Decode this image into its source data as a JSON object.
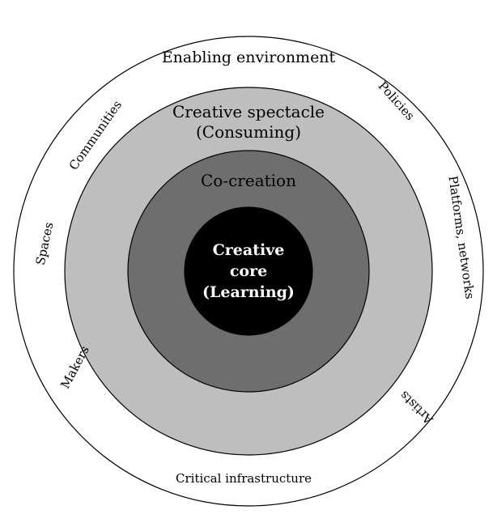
{
  "rings": {
    "outer": {
      "label": "Enabling environment",
      "fill": "#ffffff",
      "stroke": "#000000"
    },
    "spectacle": {
      "line1": "Creative spectacle",
      "line2": "(Consuming)",
      "fill": "#bebebe"
    },
    "cocreation": {
      "label": "Co-creation",
      "fill": "#6e6e6e"
    },
    "core": {
      "line1": "Creative",
      "line2": "core",
      "line3": "(Learning)",
      "fill": "#000000",
      "text_color": "#ffffff"
    }
  },
  "outer_items": {
    "policies": "Policies",
    "communities": "Communities",
    "platforms": "Platforms, networks",
    "spaces": "Spaces",
    "makers": "Makers",
    "artists": "Artists",
    "infrastructure": "Critical infrastructure"
  }
}
